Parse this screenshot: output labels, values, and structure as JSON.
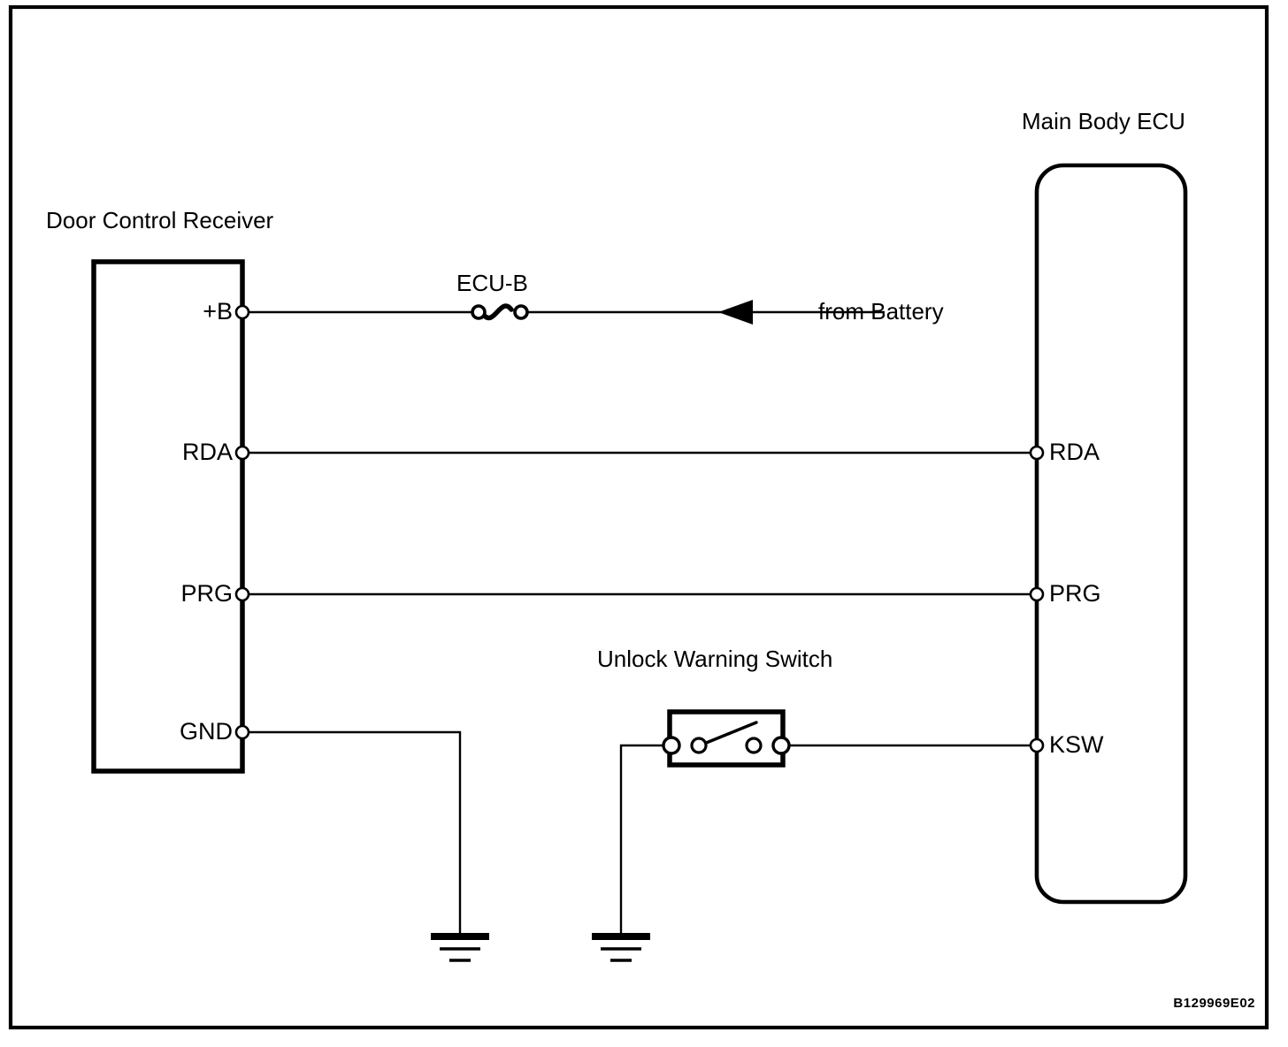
{
  "diagram": {
    "title_code": "B129969E02",
    "ink_color": "#000000",
    "background_color": "#ffffff",
    "components": {
      "receiver": {
        "label": "Door Control Receiver",
        "terminals": [
          {
            "name": "+B",
            "label": "+B"
          },
          {
            "name": "RDA",
            "label": "RDA"
          },
          {
            "name": "PRG",
            "label": "PRG"
          },
          {
            "name": "GND",
            "label": "GND"
          }
        ]
      },
      "ecu": {
        "label": "Main Body ECU",
        "terminals": [
          {
            "name": "RDA",
            "label": "RDA"
          },
          {
            "name": "PRG",
            "label": "PRG"
          },
          {
            "name": "KSW",
            "label": "KSW"
          }
        ]
      },
      "switch": {
        "label": "Unlock Warning Switch",
        "state": "open"
      },
      "fuse": {
        "label": "ECU-B"
      },
      "battery_source": {
        "label": "from Battery"
      }
    },
    "nets": [
      {
        "from": "Door Control Receiver +B",
        "through": "ECU-B fuse",
        "to": "from Battery"
      },
      {
        "from": "Door Control Receiver RDA",
        "to": "Main Body ECU RDA"
      },
      {
        "from": "Door Control Receiver PRG",
        "to": "Main Body ECU PRG"
      },
      {
        "from": "Door Control Receiver GND",
        "to": "Ground"
      },
      {
        "from": "Unlock Warning Switch",
        "to": "Main Body ECU KSW"
      },
      {
        "from": "Unlock Warning Switch",
        "to": "Ground"
      }
    ]
  }
}
